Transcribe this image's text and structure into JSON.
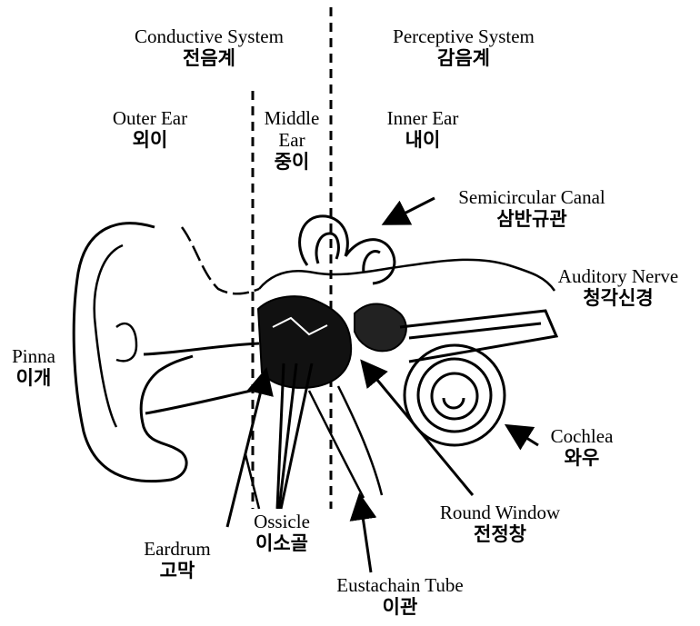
{
  "systems": {
    "conductive": {
      "en": "Conductive System",
      "ko": "전음계"
    },
    "perceptive": {
      "en": "Perceptive System",
      "ko": "감음계"
    }
  },
  "regions": {
    "outer_ear": {
      "en": "Outer Ear",
      "ko": "외이"
    },
    "middle_ear": {
      "en_line1": "Middle",
      "en_line2": "Ear",
      "ko": "중이"
    },
    "inner_ear": {
      "en": "Inner Ear",
      "ko": "내이"
    }
  },
  "parts": {
    "semicircular_canal": {
      "en": "Semicircular Canal",
      "ko": "삼반규관"
    },
    "auditory_nerve": {
      "en": "Auditory Nerve",
      "ko": "청각신경"
    },
    "pinna": {
      "en": "Pinna",
      "ko": "이개"
    },
    "cochlea": {
      "en": "Cochlea",
      "ko": "와우"
    },
    "ossicle": {
      "en": "Ossicle",
      "ko": "이소골"
    },
    "eardrum": {
      "en": "Eardrum",
      "ko": "고막"
    },
    "round_window": {
      "en": "Round Window",
      "ko": "전정창"
    },
    "eustachian_tube": {
      "en": "Eustachain Tube",
      "ko": "이관"
    }
  },
  "colors": {
    "ink": "#000000",
    "background": "#ffffff"
  }
}
